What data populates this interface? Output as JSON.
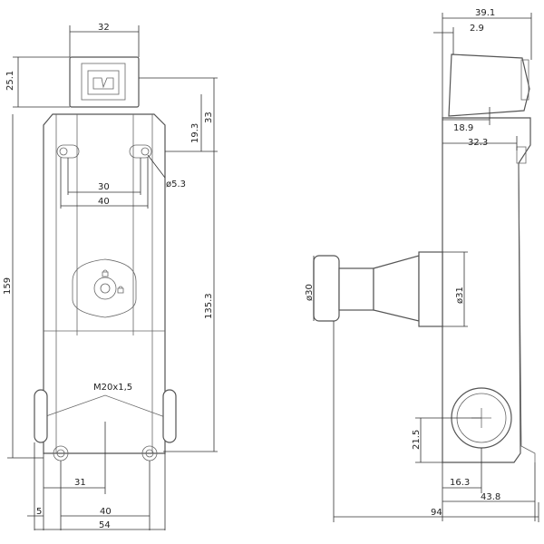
{
  "dimensions": {
    "front_width_top": "32",
    "head_height": "25.1",
    "slot_offset": "19.3",
    "upper_offset": "33",
    "hole_spacing_inner": "30",
    "hole_spacing_outer": "40",
    "hole_diameter": "ø5.3",
    "overall_height": "159",
    "mid_height": "135.3",
    "thread_label": "M20x1,5",
    "bottom_offset": "31",
    "bottom_hole_spacing": "40",
    "left_margin": "5",
    "overall_width": "54",
    "side_depth": "39.1",
    "side_small": "2.9",
    "side_18_9": "18.9",
    "side_32_3": "32.3",
    "knob_diameter": "ø30",
    "cylinder_diameter": "ø31",
    "screw_height": "21.5",
    "screw_offset": "16.3",
    "side_43_8": "43.8",
    "overall_depth": "94"
  }
}
